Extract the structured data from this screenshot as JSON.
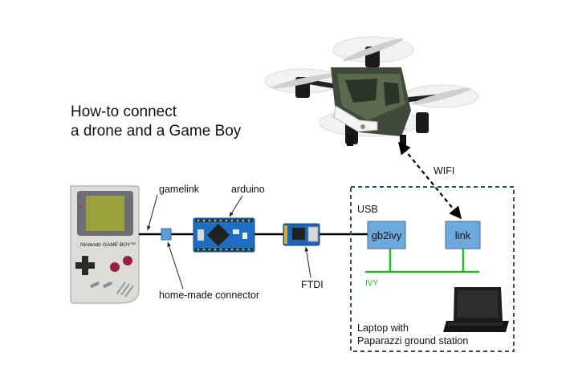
{
  "title": {
    "line1": "How-to connect",
    "line2": "a drone and a Game Boy"
  },
  "labels": {
    "gamelink": "gamelink",
    "arduino": "arduino",
    "wifi": "WIFI",
    "usb": "USB",
    "ftdi": "FTDI",
    "home_made_connector": "home-made connector",
    "ivy": "IVY"
  },
  "boxes": {
    "gb2ivy": "gb2ivy",
    "link": "link"
  },
  "ground_station": {
    "line1": "Laptop with",
    "line2": "Paparazzi ground station"
  },
  "device_text": {
    "gameboy_brand": "Nintendo GAME BOY™"
  },
  "colors": {
    "process_box_fill": "#6fa8dc",
    "process_box_stroke": "#3d6f9e",
    "dashed_border": "#2b4f72",
    "ivy_bus": "#22bb22",
    "wire": "#000000",
    "arduino_board": "#1e6fc2",
    "gameboy_body": "#dcdcd8",
    "gameboy_screen": "#9aa13a"
  },
  "icons": [
    "drone-icon",
    "gameboy-icon",
    "arduino-board-icon",
    "ftdi-board-icon",
    "connector-icon",
    "laptop-icon"
  ]
}
